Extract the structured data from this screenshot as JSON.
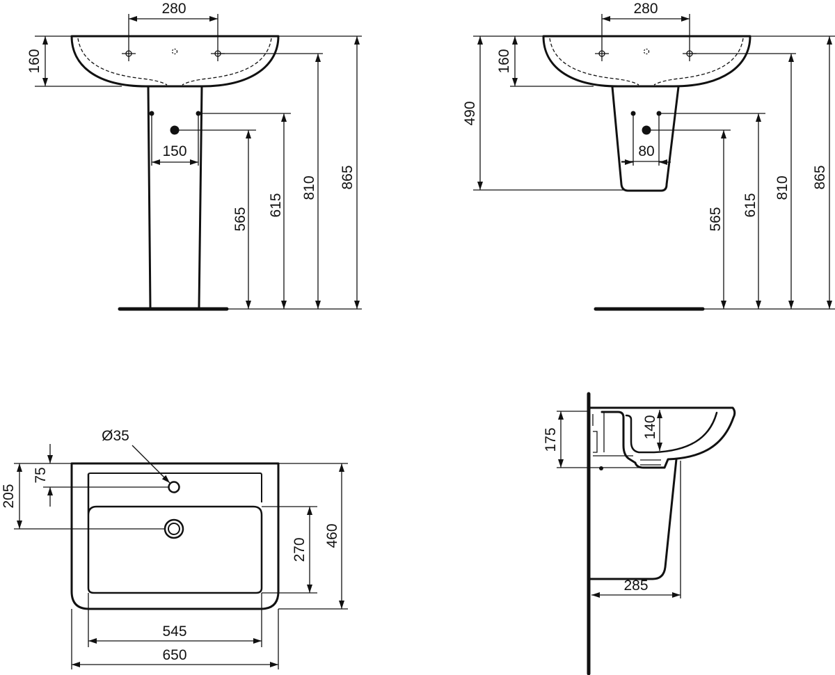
{
  "views": {
    "pedestal_front": {
      "tap_spacing": "280",
      "basin_depth": "160",
      "pedestal_width": "150",
      "waste_height": "565",
      "supply_height": "615",
      "tap_height": "810",
      "total_height": "865"
    },
    "semi_pedestal_front": {
      "tap_spacing": "280",
      "basin_depth": "160",
      "semi_pedestal_height": "490",
      "supply_spacing": "80",
      "waste_height": "565",
      "supply_height": "615",
      "tap_height": "810",
      "total_height": "865"
    },
    "top_plan": {
      "tap_hole_diameter": "Ø35",
      "tap_hole_offset": "75",
      "waste_offset": "205",
      "bowl_depth": "270",
      "total_depth": "460",
      "bowl_width": "545",
      "total_width": "650"
    },
    "side_section": {
      "overall_depth": "175",
      "bowl_depth": "140",
      "pedestal_projection": "285"
    }
  }
}
